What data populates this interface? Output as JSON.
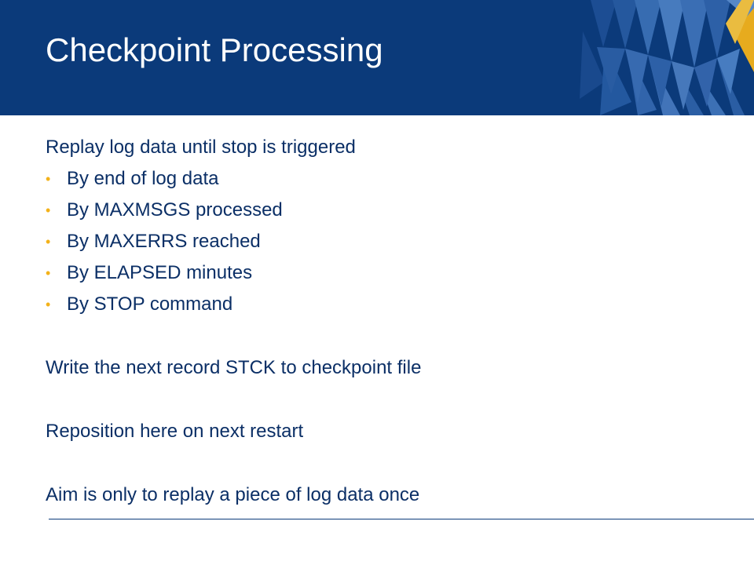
{
  "slide": {
    "title": "Checkpoint Processing",
    "intro": "Replay log data until stop is triggered",
    "bullets": [
      "By end of log data",
      "By MAXMSGS processed",
      "By MAXERRS reached",
      "By ELAPSED minutes",
      "By STOP command"
    ],
    "points": [
      "Write the next record STCK to checkpoint file",
      "Reposition here on next restart",
      "Aim is only to replay a piece of log data once"
    ]
  },
  "colors": {
    "header": "#0b3a7a",
    "text": "#0b2f66",
    "bullet": "#f3b21a",
    "accent_yellow": "#f3b21a"
  }
}
